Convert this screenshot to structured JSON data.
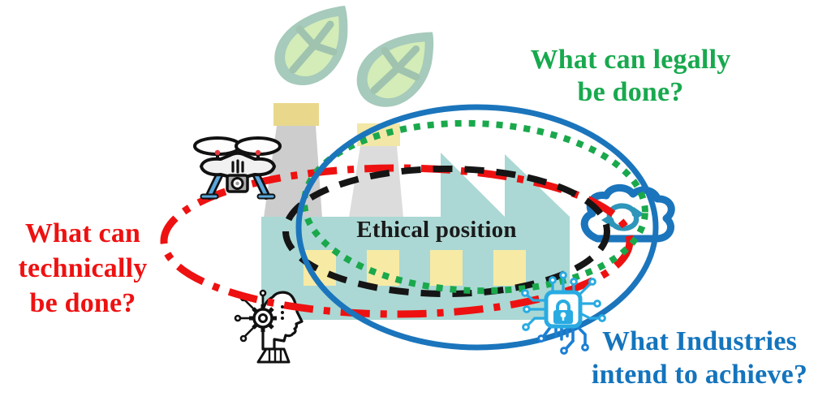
{
  "figure": {
    "type": "venn-ellipse-diagram",
    "background": "#ffffff"
  },
  "labels": {
    "legal": {
      "line1": "What can legally",
      "line2": "be done?",
      "color": "#18a94e"
    },
    "technical": {
      "line1": "What can",
      "line2": "technically",
      "line3": "be done?",
      "color": "#ee1111"
    },
    "industry": {
      "line1": "What Industries",
      "line2": "intend to achieve?",
      "color": "#1474bd"
    },
    "ethical": {
      "text": "Ethical position",
      "color": "#1a1a1a"
    }
  },
  "ellipses": [
    {
      "name": "technical-scope-ellipse",
      "label": "What can technically be done?",
      "stroke_style": "dash-dot",
      "color": "#ee1111"
    },
    {
      "name": "ethical-position-ellipse",
      "label": "Ethical position",
      "stroke_style": "dashed",
      "color": "#151515"
    },
    {
      "name": "legal-scope-ellipse",
      "label": "What can legally be done?",
      "stroke_style": "dotted",
      "color": "#1aa84c"
    },
    {
      "name": "industry-intent-ellipse",
      "label": "What Industries intend to achieve?",
      "stroke_style": "solid",
      "color": "#1b75bc"
    }
  ],
  "icons": [
    {
      "name": "drone-icon",
      "depicts": "quadcopter drone"
    },
    {
      "name": "ai-head-icon",
      "depicts": "human head profile with gear and circuit nodes"
    },
    {
      "name": "cloud-sync-icon",
      "depicts": "cloud with sync arrows",
      "color": "#1b75bc"
    },
    {
      "name": "circuit-lock-icon",
      "depicts": "padlock chip with circuit traces",
      "color": "#29abe2"
    },
    {
      "name": "factory-icon",
      "depicts": "factory with chimneys, sawtooth roof and leaves",
      "color": "#abd8d4"
    },
    {
      "name": "leaf-icon",
      "depicts": "eco leaf",
      "color": "#a6cabb"
    }
  ],
  "palette": {
    "factory_teal": "#abd8d4",
    "window_yellow": "#f7eaa5",
    "chimney_cap_yellow_left": "#e9d88b",
    "chimney_cap_yellow_right": "#f2e7a6",
    "chimney_gray_left": "#cdcdcd",
    "chimney_gray_right": "#dcdcdc",
    "leaf_outer": "#a6cabb",
    "leaf_inner": "#d3ecb8",
    "leaf_vein": "#9fc3ae",
    "drone_leg_blue": "#5aa7dc",
    "cloud_blue": "#1b75bc",
    "sync_teal": "#2e96ba",
    "lock_cyan": "#29abe2",
    "lock_deep_blue": "#1b7fd4",
    "accent_red": "#ee1111",
    "accent_green": "#1aa84c",
    "accent_blue": "#1b75bc"
  }
}
